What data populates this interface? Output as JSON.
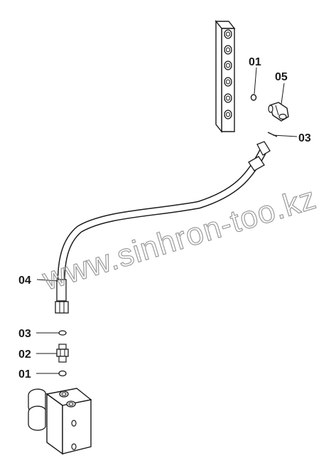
{
  "diagram": {
    "callouts": {
      "top_o_ring": "01",
      "elbow_fitting": "05",
      "top_washer": "03",
      "hose": "04",
      "bottom_washer": "03",
      "adapter": "02",
      "bottom_o_ring": "01"
    },
    "watermark": "www.sinhron-too.kz"
  }
}
